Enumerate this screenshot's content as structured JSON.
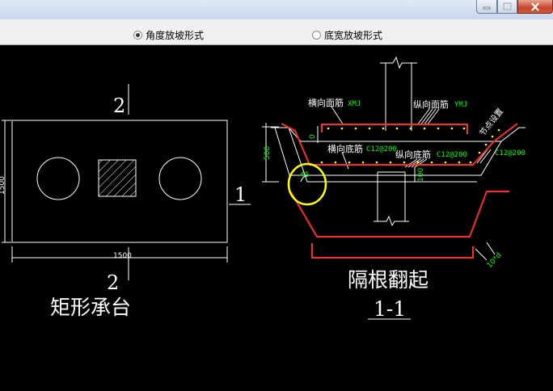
{
  "options": {
    "angle_label": "角度放坡形式",
    "width_label": "底宽放坡形式",
    "selected": "angle"
  },
  "left_drawing": {
    "section_mark_top": "2",
    "section_mark_bottom": "2",
    "side_mark": "1",
    "dim_height": "1500",
    "dim_width": "1500",
    "title": "矩形承台"
  },
  "right_drawing": {
    "transverse_top_label": "横向面筋",
    "transverse_top_code": "XMJ",
    "longitudinal_top_label": "纵向面筋",
    "longitudinal_top_code": "YMJ",
    "node_setting": "节点设置",
    "transverse_bottom_label": "横向底筋",
    "transverse_bottom_code": "C12@200",
    "longitudinal_bottom_label": "纵向底筋",
    "longitudinal_bottom_code": "C12@200",
    "side_code": "C12@200",
    "dim_500": "500",
    "dim_0": "0",
    "dim_100": "100",
    "angle": "45",
    "dim_10d": "10*d",
    "title": "隔根翻起",
    "section": "1-1"
  },
  "colors": {
    "line": "#ffffff",
    "rebar": "#ff2a2a",
    "dim": "#00ff00",
    "highlight": "#ffff00",
    "code": "#00ff00"
  }
}
